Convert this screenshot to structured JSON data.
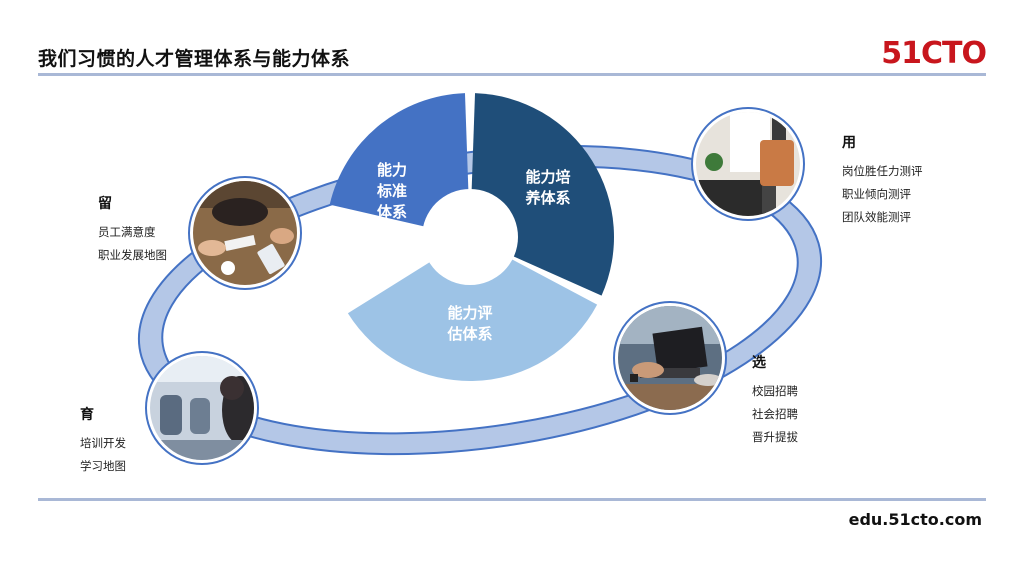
{
  "header": {
    "title": "我们习惯的人才管理体系与能力体系",
    "logo": "51CTO"
  },
  "footer": {
    "url": "edu.51cto.com"
  },
  "center": {
    "segments": [
      {
        "lines": [
          "能力",
          "标准",
          "体系"
        ],
        "color": "#4472c4"
      },
      {
        "lines": [
          "能力培",
          "养体系"
        ],
        "color": "#1f4e79"
      },
      {
        "lines": [
          "能力评",
          "估体系"
        ],
        "color": "#9dc3e6"
      }
    ]
  },
  "orbit": {
    "fill": "#b4c7e7",
    "stroke": "#4472c4"
  },
  "blocks": {
    "liu": {
      "head": "留",
      "items": [
        "员工满意度",
        "职业发展地图"
      ]
    },
    "yong": {
      "head": "用",
      "items": [
        "岗位胜任力测评",
        "职业倾向测评",
        "团队效能测评"
      ]
    },
    "xuan": {
      "head": "选",
      "items": [
        "校园招聘",
        "社会招聘",
        "晋升提拔"
      ]
    },
    "yu": {
      "head": "育",
      "items": [
        "培训开发",
        "学习地图"
      ]
    }
  }
}
